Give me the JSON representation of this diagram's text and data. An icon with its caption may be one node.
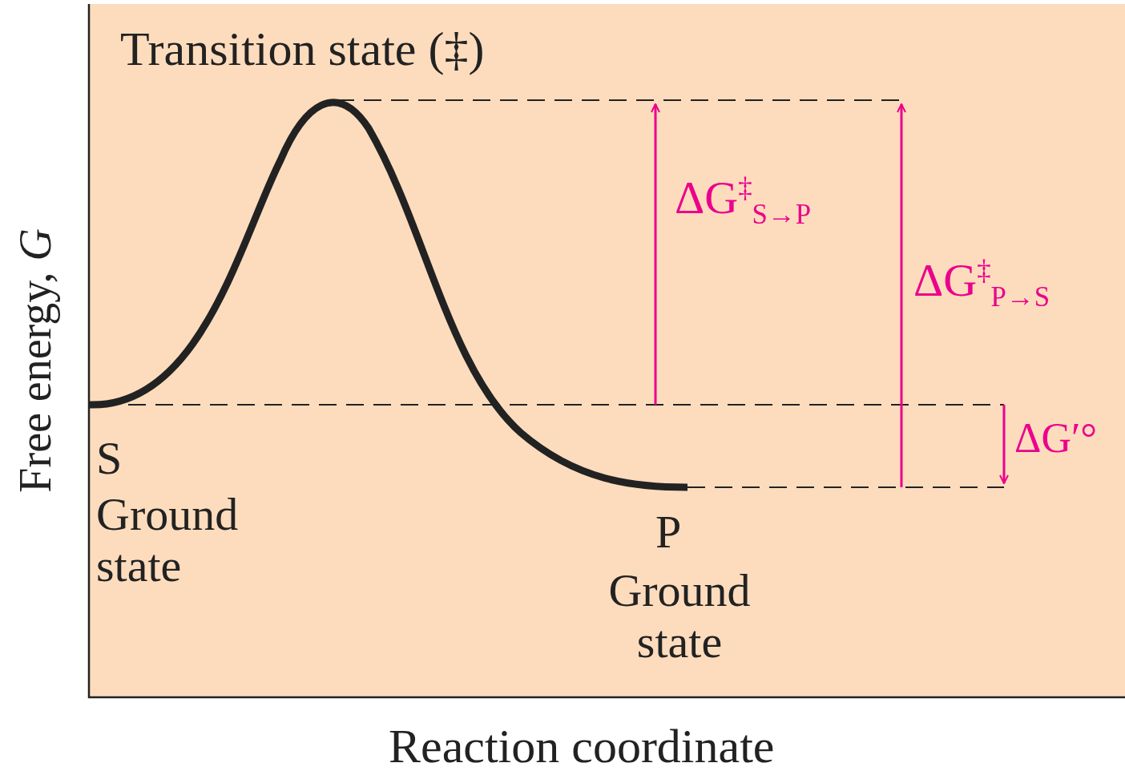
{
  "diagram": {
    "labels": [
      "Transition state (‡)",
      "ΔG$^{‡}$$_{S→P}$",
      "ΔG$^{‡}$$_{P→S}$",
      "ΔG′°",
      "S",
      "Ground state",
      "P",
      "Ground state",
      "Free energy, *G*",
      "Reaction coordinate"
    ]
  }
}
